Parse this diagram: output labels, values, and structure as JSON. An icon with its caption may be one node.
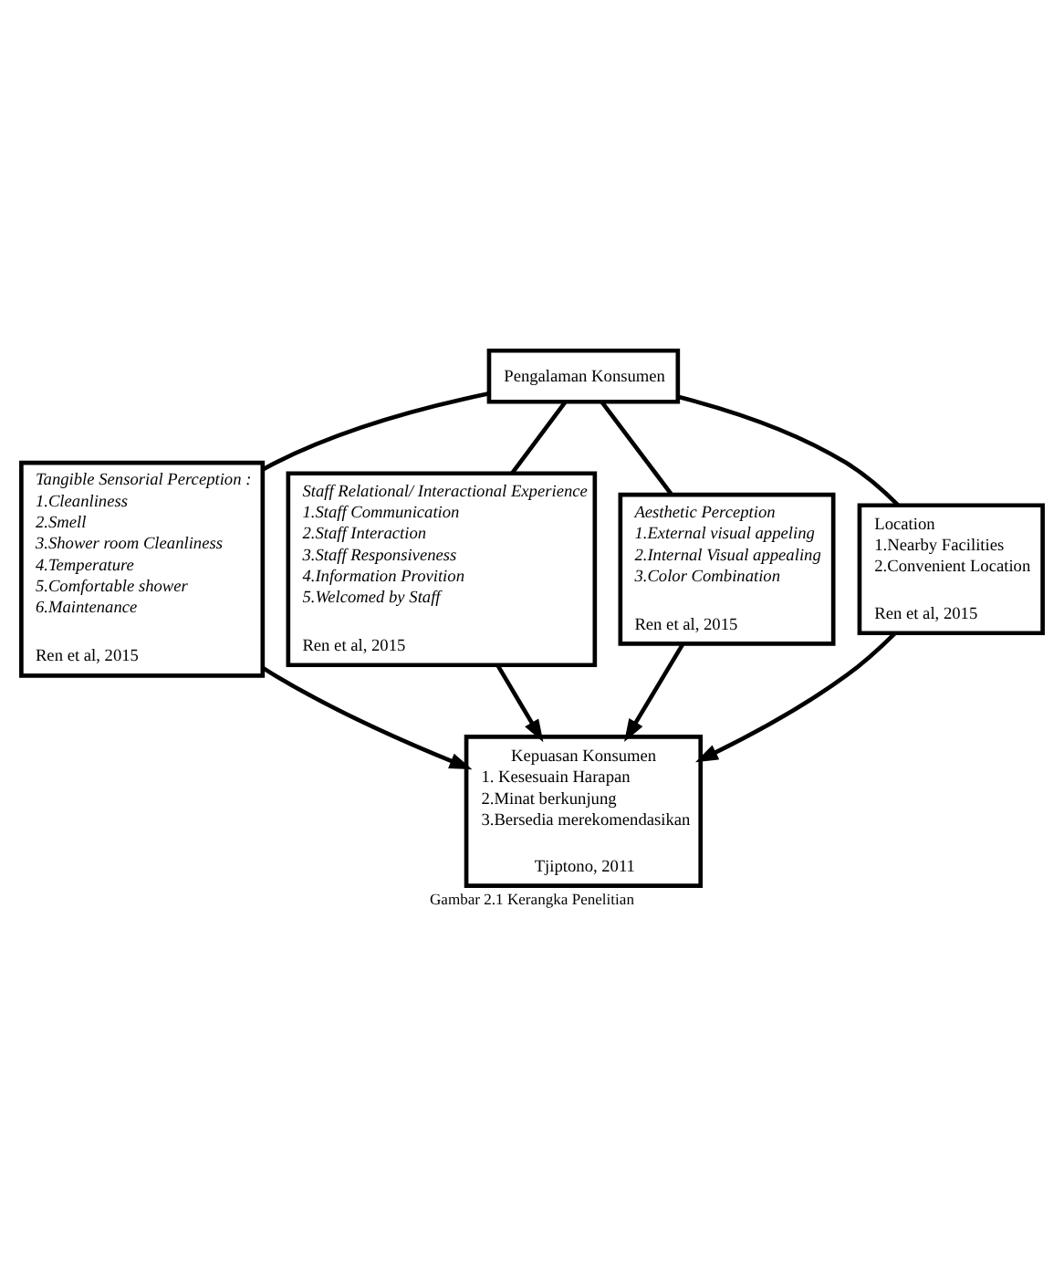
{
  "diagram": {
    "caption": "Gambar 2.1 Kerangka Penelitian",
    "nodes": [
      {
        "text": [
          "Pengalaman Konsumen"
        ]
      },
      {
        "text": [
          "Tangible Sensorial Perception :",
          "1.Cleanliness",
          "2.Smell",
          "3.Shower room Cleanliness",
          "4.Temperature",
          "5.Comfortable shower",
          "6.Maintenance",
          "Ren et al, 2015"
        ]
      },
      {
        "text": [
          "Staff Relational/ Interactional Experience",
          "1.Staff Communication",
          "2.Staff Interaction",
          "3.Staff Responsiveness",
          "4.Information Provition",
          "5.Welcomed by Staff",
          "Ren et al, 2015"
        ]
      },
      {
        "text": [
          "Aesthetic Perception",
          "1.External visual appeling",
          "2.Internal Visual appealing",
          "3.Color Combination",
          "Ren et al, 2015"
        ]
      },
      {
        "text": [
          "Location",
          "1.Nearby Facilities",
          "2.Convenient Location",
          "Ren et al, 2015"
        ]
      },
      {
        "text": [
          "Kepuasan Konsumen",
          "1. Kesesuain Harapan",
          "2.Minat berkunjung",
          "3.Bersedia merekomendasikan",
          "Tjiptono, 2011"
        ]
      }
    ],
    "edges": [
      {
        "from": 0,
        "to": 1,
        "arrow": "none"
      },
      {
        "from": 0,
        "to": 2,
        "arrow": "none"
      },
      {
        "from": 0,
        "to": 3,
        "arrow": "none"
      },
      {
        "from": 0,
        "to": 4,
        "arrow": "none"
      },
      {
        "from": 1,
        "to": 5,
        "arrow": "to"
      },
      {
        "from": 2,
        "to": 5,
        "arrow": "to"
      },
      {
        "from": 3,
        "to": 5,
        "arrow": "to"
      },
      {
        "from": 4,
        "to": 5,
        "arrow": "to"
      }
    ]
  }
}
